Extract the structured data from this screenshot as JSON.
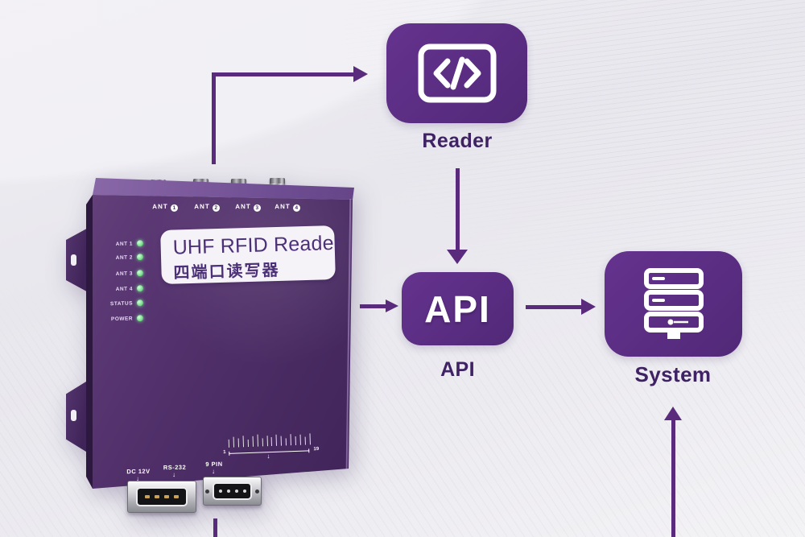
{
  "palette": {
    "background": "#ebeaef",
    "node_fill": "#5a2d82",
    "arrow": "#5a2b7d",
    "node_label_text": "#3e2263",
    "device_body": "#4c2b68",
    "led_green": "#7de08d",
    "plate_text": "#4c3078"
  },
  "flow": {
    "reader_node": {
      "label": "Reader",
      "icon": "code-icon"
    },
    "api_node": {
      "text": "API",
      "label": "API"
    },
    "system_node": {
      "label": "System",
      "icon": "server-icon"
    }
  },
  "device": {
    "title": "UHF RFID Reader",
    "subtitle": "四端口读写器",
    "ant_ports": [
      {
        "name": "ANT",
        "num": "1"
      },
      {
        "name": "ANT",
        "num": "2"
      },
      {
        "name": "ANT",
        "num": "3"
      },
      {
        "name": "ANT",
        "num": "4"
      }
    ],
    "leds": [
      {
        "label": "ANT 1"
      },
      {
        "label": "ANT 2"
      },
      {
        "label": "ANT 3"
      },
      {
        "label": "ANT 4"
      },
      {
        "label": "STATUS"
      },
      {
        "label": "POWER"
      }
    ],
    "bottom_ports": [
      {
        "label": "DC 12V"
      },
      {
        "label": "RS-232"
      },
      {
        "label": "9 PIN"
      }
    ],
    "pin_scale": {
      "start": "1",
      "end": "19"
    }
  }
}
